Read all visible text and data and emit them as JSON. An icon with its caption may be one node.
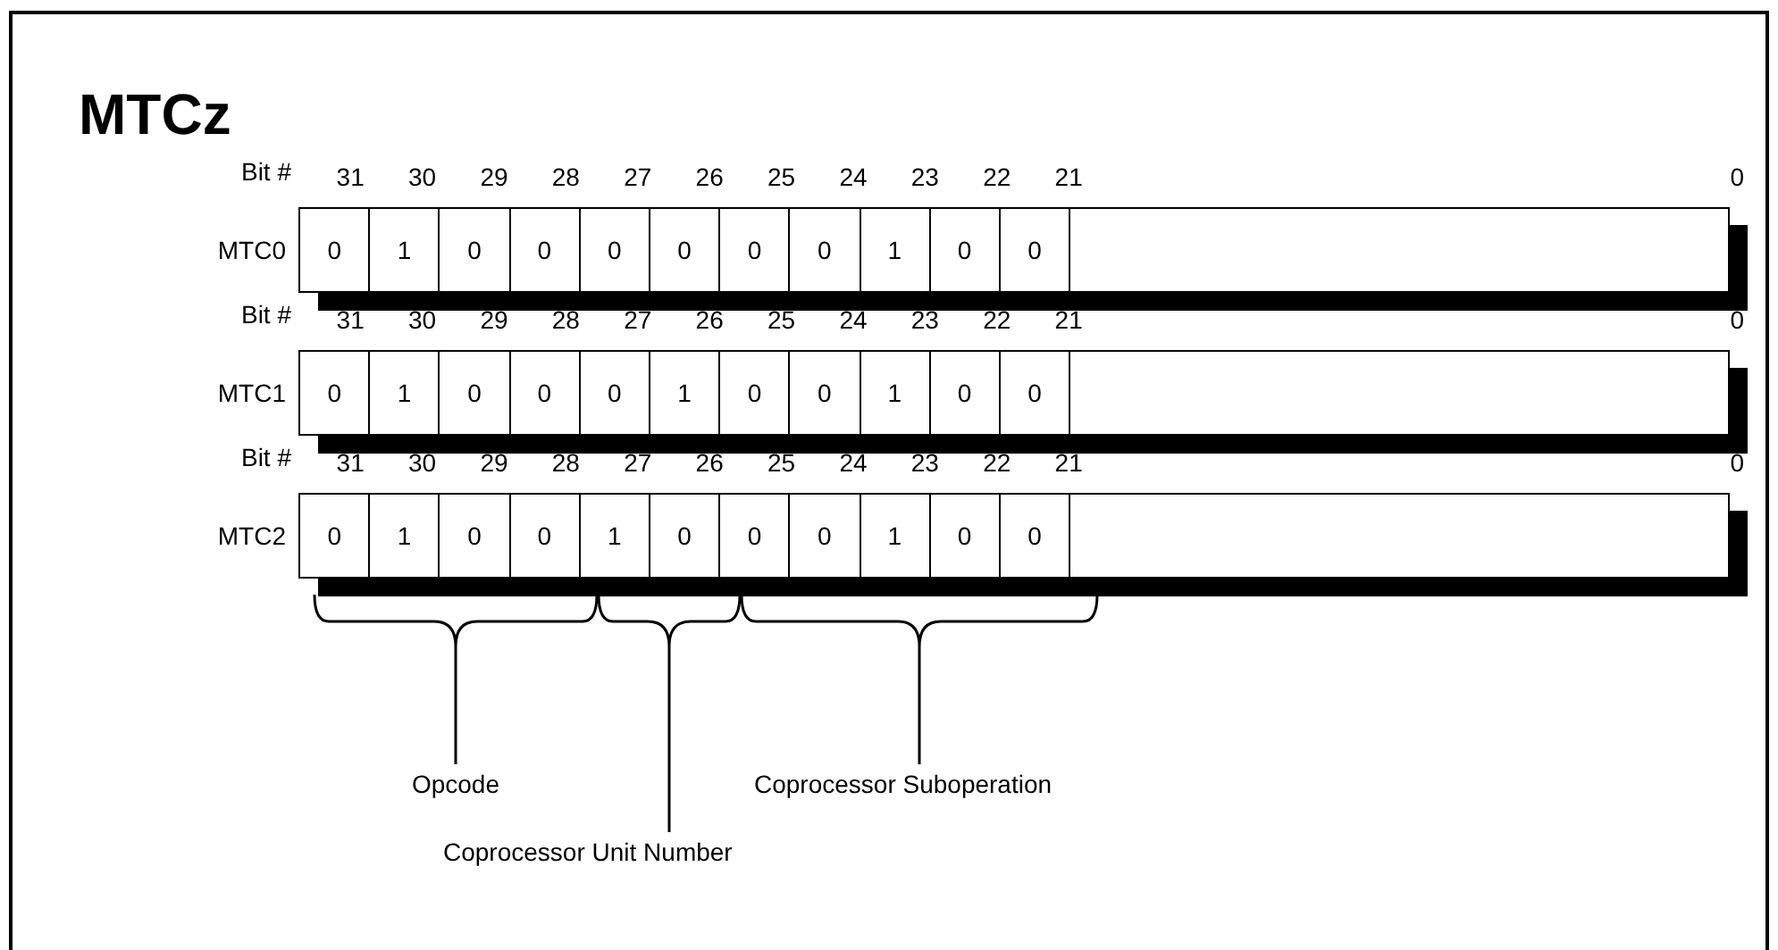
{
  "diagram": {
    "title": "MTCz",
    "nodes": [
      {
        "text": [
          "MTC0"
        ]
      },
      {
        "text": [
          "0"
        ],
        "in": 0
      },
      {
        "text": [
          "1"
        ],
        "in": 0
      },
      {
        "text": [
          "0"
        ],
        "in": 0
      },
      {
        "text": [
          "0"
        ],
        "in": 0
      },
      {
        "text": [
          "0"
        ],
        "in": 0
      },
      {
        "text": [
          "0"
        ],
        "in": 0
      },
      {
        "text": [
          "0"
        ],
        "in": 0
      },
      {
        "text": [
          "0"
        ],
        "in": 0
      },
      {
        "text": [
          "1"
        ],
        "in": 0
      },
      {
        "text": [
          "0"
        ],
        "in": 0
      },
      {
        "text": [
          "0"
        ],
        "in": 0
      },
      {
        "text": [],
        "shape": "box",
        "in": 0
      },
      {
        "text": [
          "MTC1"
        ]
      },
      {
        "text": [
          "0"
        ],
        "in": 13
      },
      {
        "text": [
          "1"
        ],
        "in": 13
      },
      {
        "text": [
          "0"
        ],
        "in": 13
      },
      {
        "text": [
          "0"
        ],
        "in": 13
      },
      {
        "text": [
          "0"
        ],
        "in": 13
      },
      {
        "text": [
          "1"
        ],
        "in": 13
      },
      {
        "text": [
          "0"
        ],
        "in": 13
      },
      {
        "text": [
          "0"
        ],
        "in": 13
      },
      {
        "text": [
          "1"
        ],
        "in": 13
      },
      {
        "text": [
          "0"
        ],
        "in": 13
      },
      {
        "text": [
          "0"
        ],
        "in": 13
      },
      {
        "text": [],
        "shape": "box",
        "in": 13
      },
      {
        "text": [
          "MTC2"
        ]
      },
      {
        "text": [
          "0"
        ],
        "in": 26
      },
      {
        "text": [
          "1"
        ],
        "in": 26
      },
      {
        "text": [
          "0"
        ],
        "in": 26
      },
      {
        "text": [
          "0"
        ],
        "in": 26
      },
      {
        "text": [
          "1"
        ],
        "in": 26
      },
      {
        "text": [
          "0"
        ],
        "in": 26
      },
      {
        "text": [
          "0"
        ],
        "in": 26
      },
      {
        "text": [
          "0"
        ],
        "in": 26
      },
      {
        "text": [
          "1"
        ],
        "in": 26
      },
      {
        "text": [
          "0"
        ],
        "in": 26
      },
      {
        "text": [
          "0"
        ],
        "in": 26
      },
      {
        "text": [],
        "shape": "box",
        "in": 26
      }
    ],
    "labels": [
      "Bit #",
      "31",
      "30",
      "29",
      "28",
      "27",
      "26",
      "25",
      "24",
      "23",
      "22",
      "21",
      "0",
      "Bit #",
      "31",
      "30",
      "29",
      "28",
      "27",
      "26",
      "25",
      "24",
      "23",
      "22",
      "21",
      "0",
      "Bit #",
      "31",
      "30",
      "29",
      "28",
      "27",
      "26",
      "25",
      "24",
      "23",
      "22",
      "21",
      "0",
      "Opcode",
      "Coprocessor Suboperation",
      "Coprocessor Unit Number"
    ]
  }
}
